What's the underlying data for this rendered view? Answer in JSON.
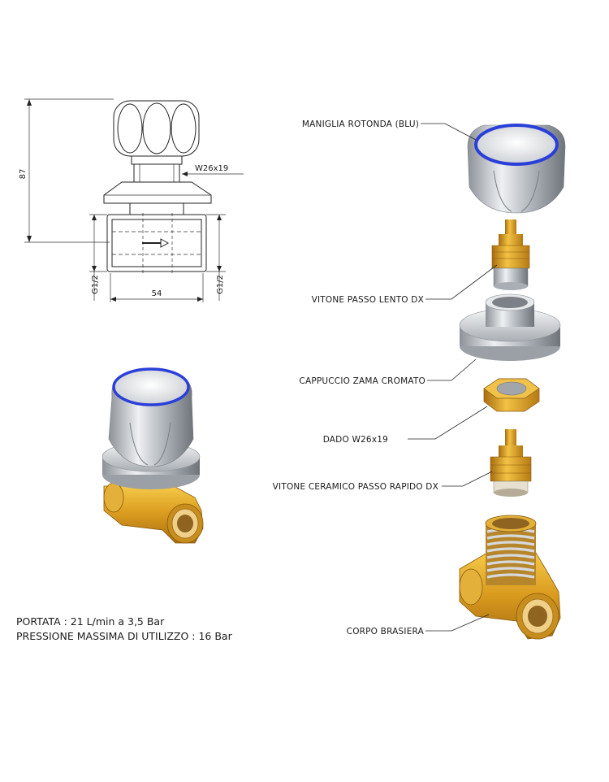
{
  "drawing": {
    "dimensions": {
      "height": "87",
      "thread": "W26x19",
      "width": "54",
      "inlet_left": "G1/2",
      "inlet_right": "G1/2"
    }
  },
  "parts": [
    {
      "label": "MANIGLIA ROTONDA (BLU)"
    },
    {
      "label": "VITONE PASSO LENTO DX"
    },
    {
      "label": "CAPPUCCIO ZAMA CROMATO"
    },
    {
      "label": "DADO W26x19"
    },
    {
      "label": "VITONE CERAMICO PASSO RAPIDO DX"
    },
    {
      "label": "CORPO BRASIERA"
    }
  ],
  "specs": {
    "line1": "PORTATA : 21 L/min a 3,5 Bar",
    "line2": "PRESSIONE MASSIMA DI UTILIZZO : 16 Bar"
  },
  "colors": {
    "brass": "#d9a227",
    "chrome": "#cfd3d8",
    "blue_ring": "#2a3fd8"
  }
}
